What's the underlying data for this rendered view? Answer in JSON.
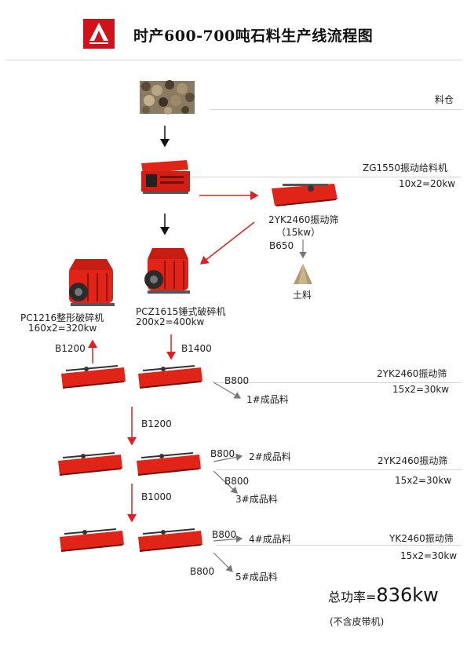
{
  "header": {
    "title": "时产600-700吨石料生产线流程图",
    "logo": {
      "icon": "company-logo",
      "color": "#d0121b"
    }
  },
  "stages": {
    "silo": {
      "label": "料仓"
    },
    "feeder": {
      "model": "ZG1550振动给料机",
      "power": "10x2=20kw"
    },
    "screen_top": {
      "model": "2YK2460振动筛",
      "power": "（15kw）"
    },
    "soil": {
      "belt": "B650",
      "label": "土料"
    },
    "shaping_crusher": {
      "model": "PC1216整形破碎机",
      "power": "160x2=320kw"
    },
    "hammer_crusher": {
      "model": "PCZ1615锤式破碎机",
      "power": "200x2=400kw"
    },
    "screen_row1": {
      "model": "2YK2460振动筛",
      "power": "15x2=30kw",
      "belt_left": "B1200",
      "belt_right": "B1400",
      "out_belt": "B800",
      "out_label": "1#成品料"
    },
    "link_1_2": {
      "belt": "B1200"
    },
    "screen_row2": {
      "model": "2YK2460振动筛",
      "power": "15x2=30kw",
      "out_belt_a": "B800",
      "out_label_a": "2#成品料",
      "out_belt_b": "B800",
      "out_label_b": "3#成品料"
    },
    "link_2_3": {
      "belt": "B1000"
    },
    "screen_row3": {
      "model": "YK2460振动筛",
      "power": "15x2=30kw",
      "out_belt_a": "B800",
      "out_label_a": "4#成品料",
      "out_belt_b": "B800",
      "out_label_b": "5#成品料"
    }
  },
  "total": {
    "label": "总功率=",
    "value": "836kw",
    "note": "(不含皮带机)"
  },
  "colors": {
    "machine": "#e02418",
    "arrow_red": "#e02020",
    "arrow_black": "#111111",
    "arrow_gray": "#777777",
    "rule": "#d4d4d4"
  }
}
